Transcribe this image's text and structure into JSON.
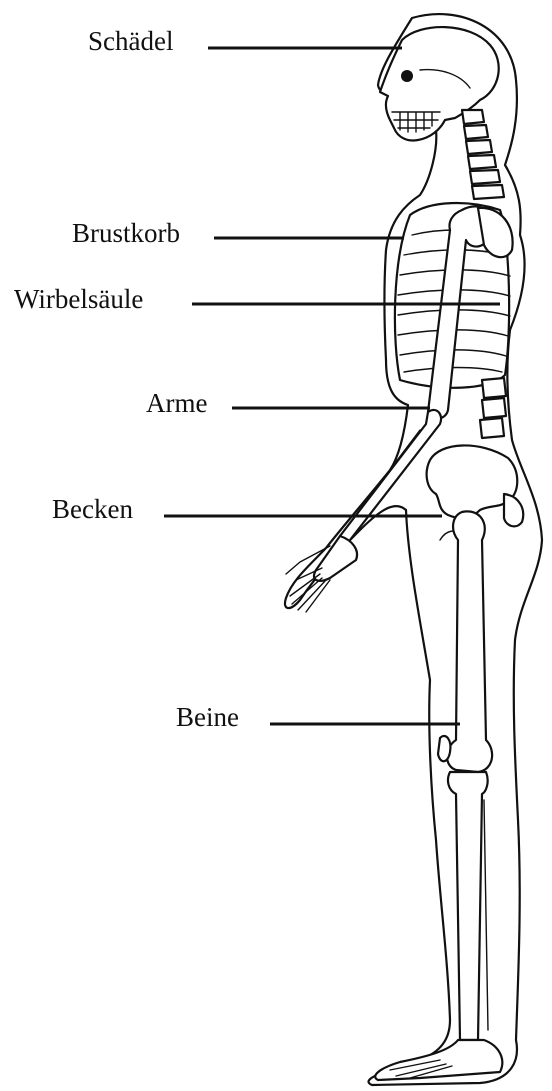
{
  "labels": {
    "skull": "Schädel",
    "ribcage": "Brustkorb",
    "spine": "Wirbelsäule",
    "arms": "Arme",
    "pelvis": "Becken",
    "legs": "Beine"
  },
  "colors": {
    "ink": "#111111",
    "background": "#ffffff"
  }
}
